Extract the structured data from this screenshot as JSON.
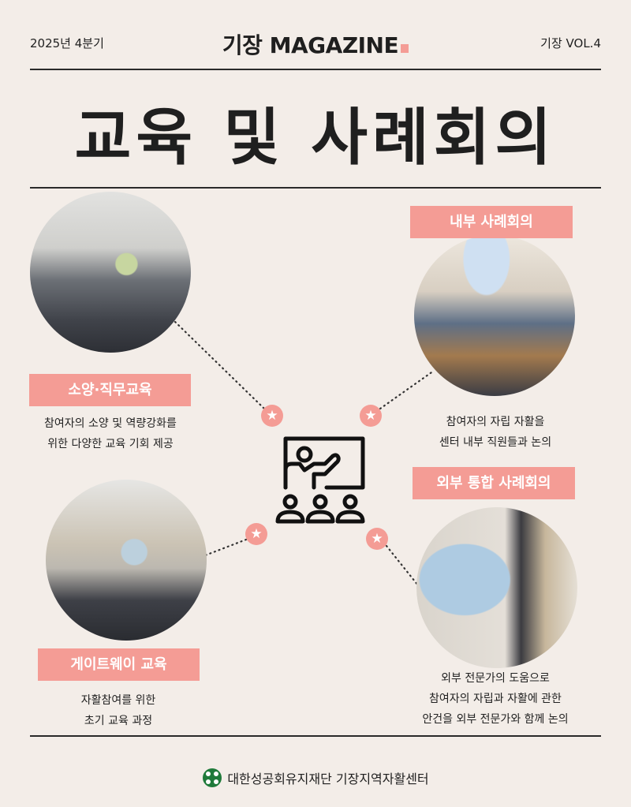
{
  "header": {
    "issue": "2025년 4분기",
    "brand": "기장 MAGAZINE",
    "volume": "기장 VOL.4"
  },
  "title": "교육 및 사례회의",
  "sections": [
    {
      "label": "소양·직무교육",
      "desc": [
        "참여자의 소양 및 역량강화를",
        "위한 다양한 교육 기회 제공"
      ]
    },
    {
      "label": "내부 사례회의",
      "desc": [
        "참여자의 자립 자활을",
        "센터 내부 직원들과 논의"
      ]
    },
    {
      "label": "게이트웨이 교육",
      "desc": [
        "자활참여를 위한",
        "초기 교육 과정"
      ]
    },
    {
      "label": "외부 통합 사례회의",
      "desc": [
        "외부 전문가의 도움으로",
        "참여자의 자립과 자활에 관한",
        "안건을 외부 전문가와 함께 논의"
      ]
    }
  ],
  "footer": {
    "org": "대한성공회유지재단 기장지역자활센터"
  },
  "colors": {
    "accent": "#f49c95",
    "background": "#f3ede8",
    "logo": "#1f7a3a"
  },
  "icons": {
    "center": "teacher-presentation-icon",
    "marker": "star-icon"
  }
}
